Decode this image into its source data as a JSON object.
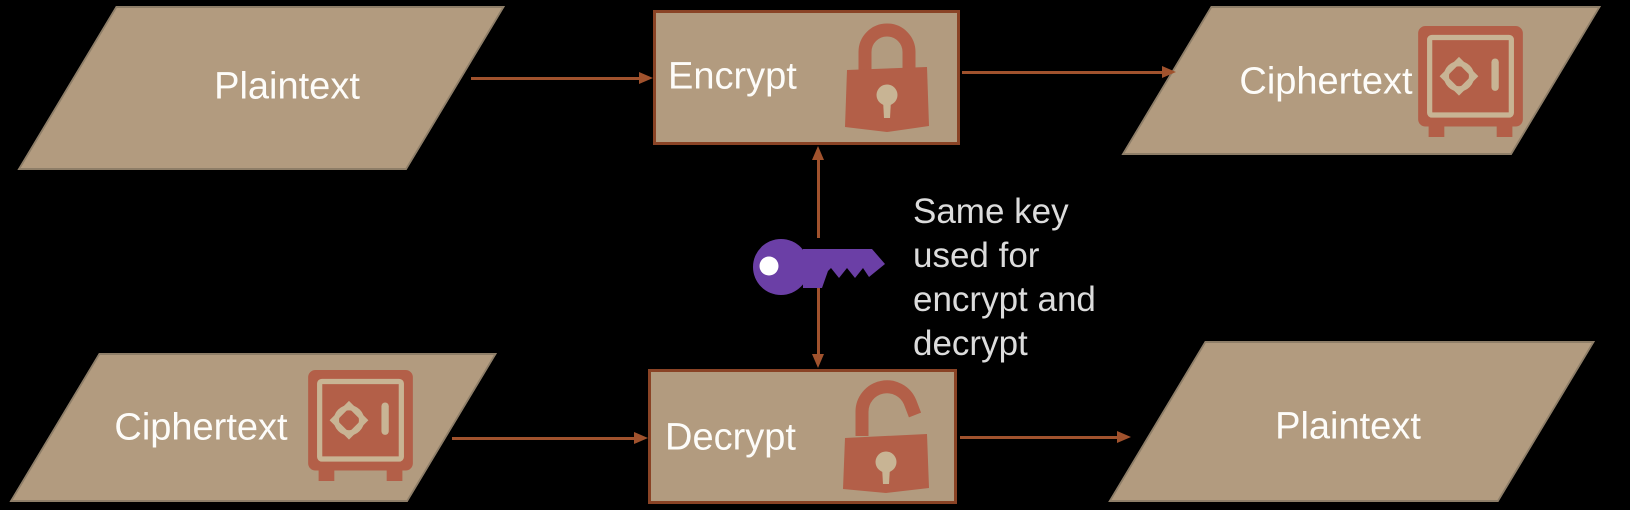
{
  "diagram": {
    "background_color": "#000000",
    "nodes": {
      "plaintext_top": {
        "label": "Plaintext",
        "shape": "parallelogram"
      },
      "encrypt": {
        "label": "Encrypt",
        "shape": "rectangle",
        "icon": "closed-padlock"
      },
      "ciphertext_top": {
        "label": "Ciphertext",
        "shape": "parallelogram",
        "icon": "safe"
      },
      "ciphertext_bottom": {
        "label": "Ciphertext",
        "shape": "parallelogram",
        "icon": "safe"
      },
      "decrypt": {
        "label": "Decrypt",
        "shape": "rectangle",
        "icon": "open-padlock"
      },
      "plaintext_bottom": {
        "label": "Plaintext",
        "shape": "parallelogram"
      }
    },
    "key_symbol": {
      "icon": "key",
      "color": "#6b3fa6"
    },
    "annotation": {
      "text": "Same key used for encrypt and decrypt",
      "lines": [
        "Same key",
        "used for",
        "encrypt and",
        "decrypt"
      ],
      "color": "#dcdcdc"
    },
    "edges": [
      {
        "from": "plaintext_top",
        "to": "encrypt"
      },
      {
        "from": "encrypt",
        "to": "ciphertext_top"
      },
      {
        "from": "key",
        "to": "encrypt"
      },
      {
        "from": "key",
        "to": "decrypt"
      },
      {
        "from": "ciphertext_bottom",
        "to": "decrypt"
      },
      {
        "from": "decrypt",
        "to": "plaintext_bottom"
      }
    ],
    "colors": {
      "shape_fill": "#b29b7f",
      "shape_border": "#8e7e68",
      "process_border": "#8a4325",
      "arrow": "#a0522d",
      "icon": "#b35f48",
      "icon_accent": "#c8b494",
      "key": "#6b3fa6",
      "label_text": "#fdfcf9"
    }
  }
}
